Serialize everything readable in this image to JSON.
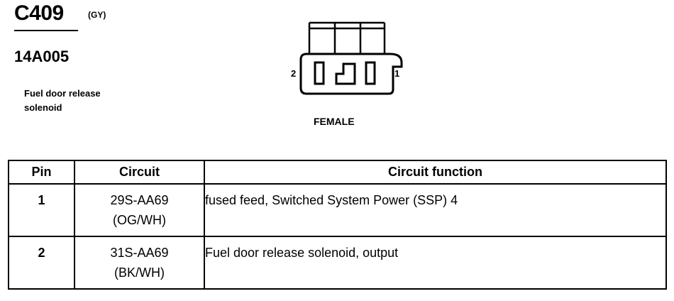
{
  "header": {
    "connector_id": "C409",
    "connector_color": "(GY)",
    "part_number": "14A005",
    "description": "Fuel door release solenoid"
  },
  "diagram": {
    "pin_left": "2",
    "pin_right": "1",
    "gender": "FEMALE"
  },
  "table": {
    "headers": {
      "pin": "Pin",
      "circuit": "Circuit",
      "function": "Circuit function"
    },
    "rows": [
      {
        "pin": "1",
        "circuit": "29S-AA69",
        "wire_color": "(OG/WH)",
        "function": "fused feed, Switched System Power (SSP) 4"
      },
      {
        "pin": "2",
        "circuit": "31S-AA69",
        "wire_color": "(BK/WH)",
        "function": "Fuel door release solenoid, output"
      }
    ]
  }
}
